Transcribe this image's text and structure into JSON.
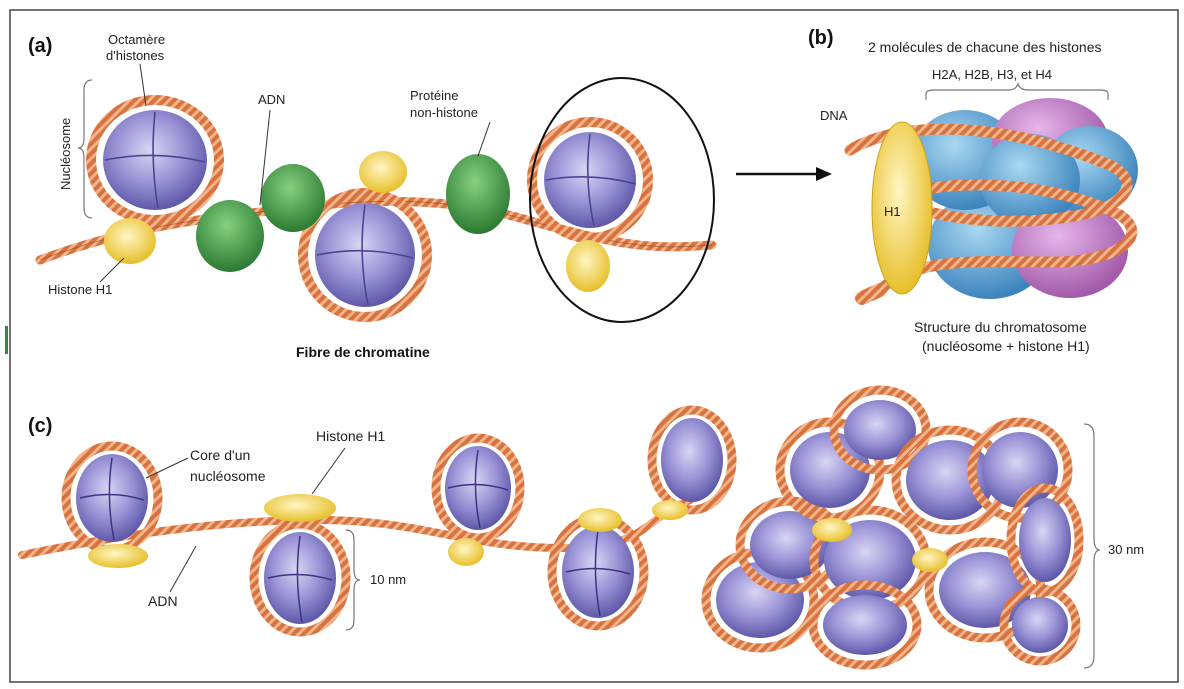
{
  "panels": {
    "a": "(a)",
    "b": "(b)",
    "c": "(c)"
  },
  "panel_a": {
    "nucleosome": "Nucléosome",
    "octamer_line1": "Octamère",
    "octamer_line2": "d'histones",
    "adn": "ADN",
    "protein_line1": "Protéine",
    "protein_line2": "non-histone",
    "histone_h1": "Histone H1",
    "caption": "Fibre de chromatine"
  },
  "panel_b": {
    "title": "2 molécules de chacune des histones",
    "histones": "H2A, H2B, H3,   et  H4",
    "dna": "DNA",
    "h1": "H1",
    "caption_line1": "Structure du chromatosome",
    "caption_line2": "(nucléosome + histone H1)"
  },
  "panel_c": {
    "core_line1": "Core d'un",
    "core_line2": "nucléosome",
    "histone_h1": "Histone H1",
    "adn": "ADN",
    "ten_nm": "10 nm",
    "thirty_nm": "30 nm"
  },
  "colors": {
    "frame": "#444444",
    "dna": "#d2693a",
    "dna_dark": "#8a3a18",
    "histone": "#8d86cf",
    "histone_light": "#c9c6ec",
    "h1": "#f2d548",
    "protein": "#3f9a44",
    "core_blue": "#5ea6d6",
    "core_pink": "#c486c9"
  }
}
